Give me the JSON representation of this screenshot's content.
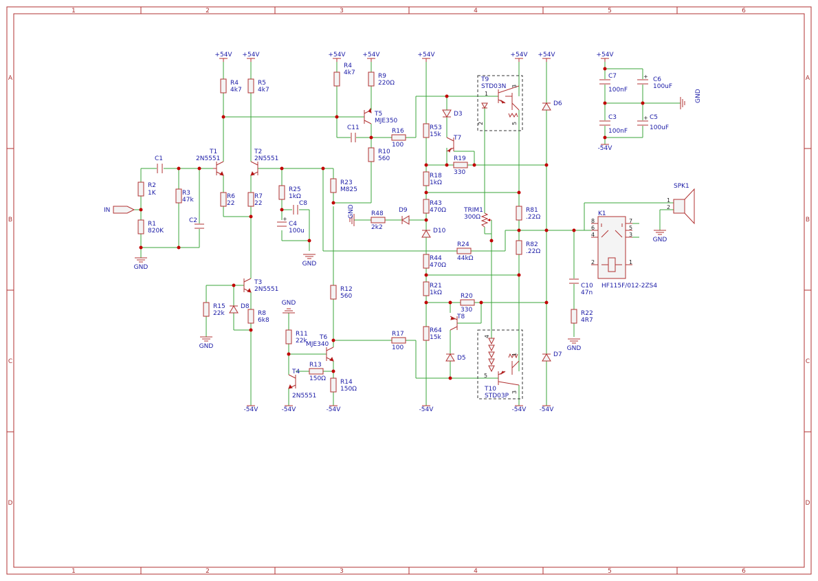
{
  "frame": {
    "columns": [
      "1",
      "2",
      "3",
      "4",
      "5",
      "6"
    ],
    "rows": [
      "A",
      "B",
      "C",
      "D"
    ]
  },
  "nets": {
    "pos": "+54V",
    "neg": "-54V",
    "gnd": "GND",
    "in": "IN"
  },
  "components": {
    "R1": [
      "R1",
      "820K"
    ],
    "R2": [
      "R2",
      "1K"
    ],
    "R3": [
      "R3",
      "47k"
    ],
    "R4a": [
      "R4",
      "4k7"
    ],
    "R4b": [
      "R4",
      "4k7"
    ],
    "R5": [
      "R5",
      "4k7"
    ],
    "R6": [
      "R6",
      "22"
    ],
    "R7": [
      "R7",
      "22"
    ],
    "R8": [
      "R8",
      "6k8"
    ],
    "R9": [
      "R9",
      "220Ω"
    ],
    "R10": [
      "R10",
      "560"
    ],
    "R11": [
      "R11",
      "22k"
    ],
    "R12": [
      "R12",
      "560"
    ],
    "R13": [
      "R13",
      "150Ω"
    ],
    "R14": [
      "R14",
      "150Ω"
    ],
    "R15": [
      "R15",
      "22k"
    ],
    "R16": [
      "R16",
      "100"
    ],
    "R17": [
      "R17",
      "100"
    ],
    "R18": [
      "R18",
      "1kΩ"
    ],
    "R19": [
      "R19",
      "330"
    ],
    "R20": [
      "R20",
      "330"
    ],
    "R21": [
      "R21",
      "1kΩ"
    ],
    "R22": [
      "R22",
      "4R7"
    ],
    "R23": [
      "R23",
      "M825"
    ],
    "R24": [
      "R24",
      "44kΩ"
    ],
    "R25": [
      "R25",
      "1kΩ"
    ],
    "R43": [
      "R43",
      "470Ω"
    ],
    "R44": [
      "R44",
      "470Ω"
    ],
    "R48": [
      "R48",
      "2k2"
    ],
    "R53": [
      "R53",
      "15k"
    ],
    "R64": [
      "R64",
      "15k"
    ],
    "R81": [
      "R81",
      ".22Ω"
    ],
    "R82": [
      "R82",
      ".22Ω"
    ],
    "TRIM1": [
      "TRIM1",
      "300Ω"
    ],
    "C1": [
      "C1",
      ""
    ],
    "C2": [
      "C2",
      ""
    ],
    "C3": [
      "C3",
      "100nF"
    ],
    "C4": [
      "C4",
      "100u"
    ],
    "C5": [
      "C5",
      "100uF"
    ],
    "C6": [
      "C6",
      "100uF"
    ],
    "C7": [
      "C7",
      "100nF"
    ],
    "C8": [
      "C8",
      ""
    ],
    "C10": [
      "C10",
      "47n"
    ],
    "C11": [
      "C11",
      ""
    ],
    "T1": [
      "T1",
      "2N5551"
    ],
    "T2": [
      "T2",
      "2N5551"
    ],
    "T3": [
      "T3",
      "2N5551"
    ],
    "T4": [
      "T4",
      "2N5551"
    ],
    "T5": [
      "T5",
      "MJE350"
    ],
    "T6": [
      "T6",
      "MJE340"
    ],
    "T7": [
      "T7",
      ""
    ],
    "T8": [
      "T8",
      ""
    ],
    "T9": [
      "T9",
      "STD03N"
    ],
    "T10": [
      "T10",
      "STD03P"
    ],
    "D3": [
      "D3",
      ""
    ],
    "D5": [
      "D5",
      ""
    ],
    "D6": [
      "D6",
      ""
    ],
    "D7": [
      "D7",
      ""
    ],
    "D8": [
      "D8",
      ""
    ],
    "D9": [
      "D9",
      ""
    ],
    "D10": [
      "D10",
      ""
    ],
    "K1": [
      "K1",
      "HF115F/012-2ZS4"
    ],
    "SPK1": [
      "SPK1",
      ""
    ]
  },
  "pins": {
    "t9": [
      "1",
      "2",
      "3",
      "5"
    ],
    "t10": [
      "4",
      "5",
      "1",
      "3"
    ],
    "k1": [
      "8",
      "6",
      "4",
      "2",
      "7",
      "5",
      "3",
      "1"
    ],
    "spk": [
      "1",
      "2"
    ]
  }
}
